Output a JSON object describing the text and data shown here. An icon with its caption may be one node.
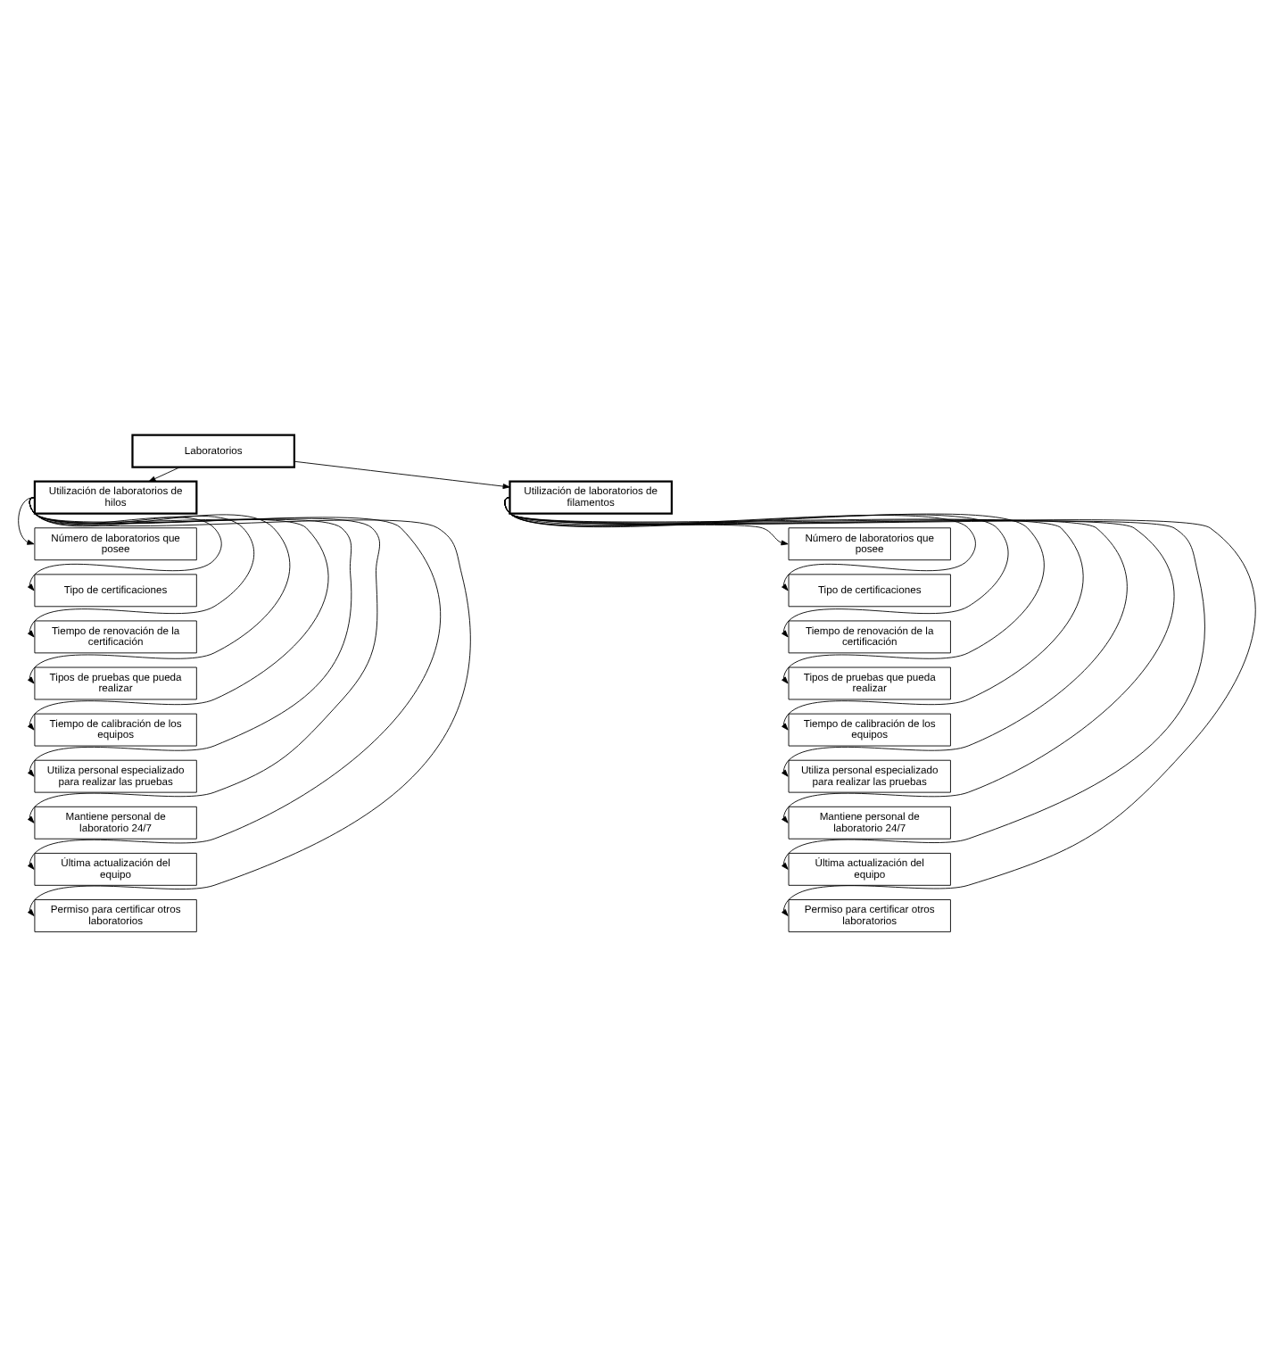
{
  "diagram": {
    "nodes": [
      {
        "text": [
          "Laboratorios"
        ]
      },
      {
        "text": [
          "Utilización de laboratorios de hilos"
        ]
      },
      {
        "text": [
          "Número de laboratorios que posee"
        ]
      },
      {
        "text": [
          "Tipo de certificaciones"
        ]
      },
      {
        "text": [
          "Tiempo de renovación de la certificación"
        ]
      },
      {
        "text": [
          "Tipos de pruebas que pueda realizar"
        ]
      },
      {
        "text": [
          "Tiempo de calibración de los equipos"
        ]
      },
      {
        "text": [
          "Utiliza personal especializado para realizar las pruebas"
        ]
      },
      {
        "text": [
          "Mantiene personal de laboratorio 24/7"
        ]
      },
      {
        "text": [
          "Última actualización del equipo"
        ]
      },
      {
        "text": [
          "Permiso para certificar otros laboratorios"
        ]
      },
      {
        "text": [
          "Utilización de laboratorios de filamentos"
        ]
      },
      {
        "text": [
          "Número de laboratorios que posee"
        ]
      },
      {
        "text": [
          "Tipo de certificaciones"
        ]
      },
      {
        "text": [
          "Tiempo de renovación de la certificación"
        ]
      },
      {
        "text": [
          "Tipos de pruebas que pueda realizar"
        ]
      },
      {
        "text": [
          "Tiempo de calibración de los equipos"
        ]
      },
      {
        "text": [
          "Utiliza personal especializado para realizar las pruebas"
        ]
      },
      {
        "text": [
          "Mantiene personal de laboratorio 24/7"
        ]
      },
      {
        "text": [
          "Última actualización del equipo"
        ]
      },
      {
        "text": [
          "Permiso para certificar otros laboratorios"
        ]
      }
    ],
    "edges": [
      {
        "from": 0,
        "to": 1,
        "arrow": "to"
      },
      {
        "from": 0,
        "to": 11,
        "arrow": "to"
      },
      {
        "from": 1,
        "to": 2,
        "arrow": "to"
      },
      {
        "from": 1,
        "to": 3,
        "arrow": "to"
      },
      {
        "from": 1,
        "to": 4,
        "arrow": "to"
      },
      {
        "from": 1,
        "to": 5,
        "arrow": "to"
      },
      {
        "from": 1,
        "to": 6,
        "arrow": "to"
      },
      {
        "from": 1,
        "to": 7,
        "arrow": "to"
      },
      {
        "from": 1,
        "to": 8,
        "arrow": "to"
      },
      {
        "from": 1,
        "to": 9,
        "arrow": "to"
      },
      {
        "from": 1,
        "to": 10,
        "arrow": "to"
      },
      {
        "from": 11,
        "to": 12,
        "arrow": "to"
      },
      {
        "from": 11,
        "to": 13,
        "arrow": "to"
      },
      {
        "from": 11,
        "to": 14,
        "arrow": "to"
      },
      {
        "from": 11,
        "to": 15,
        "arrow": "to"
      },
      {
        "from": 11,
        "to": 16,
        "arrow": "to"
      },
      {
        "from": 11,
        "to": 17,
        "arrow": "to"
      },
      {
        "from": 11,
        "to": 18,
        "arrow": "to"
      },
      {
        "from": 11,
        "to": 19,
        "arrow": "to"
      },
      {
        "from": 11,
        "to": 20,
        "arrow": "to"
      }
    ]
  }
}
